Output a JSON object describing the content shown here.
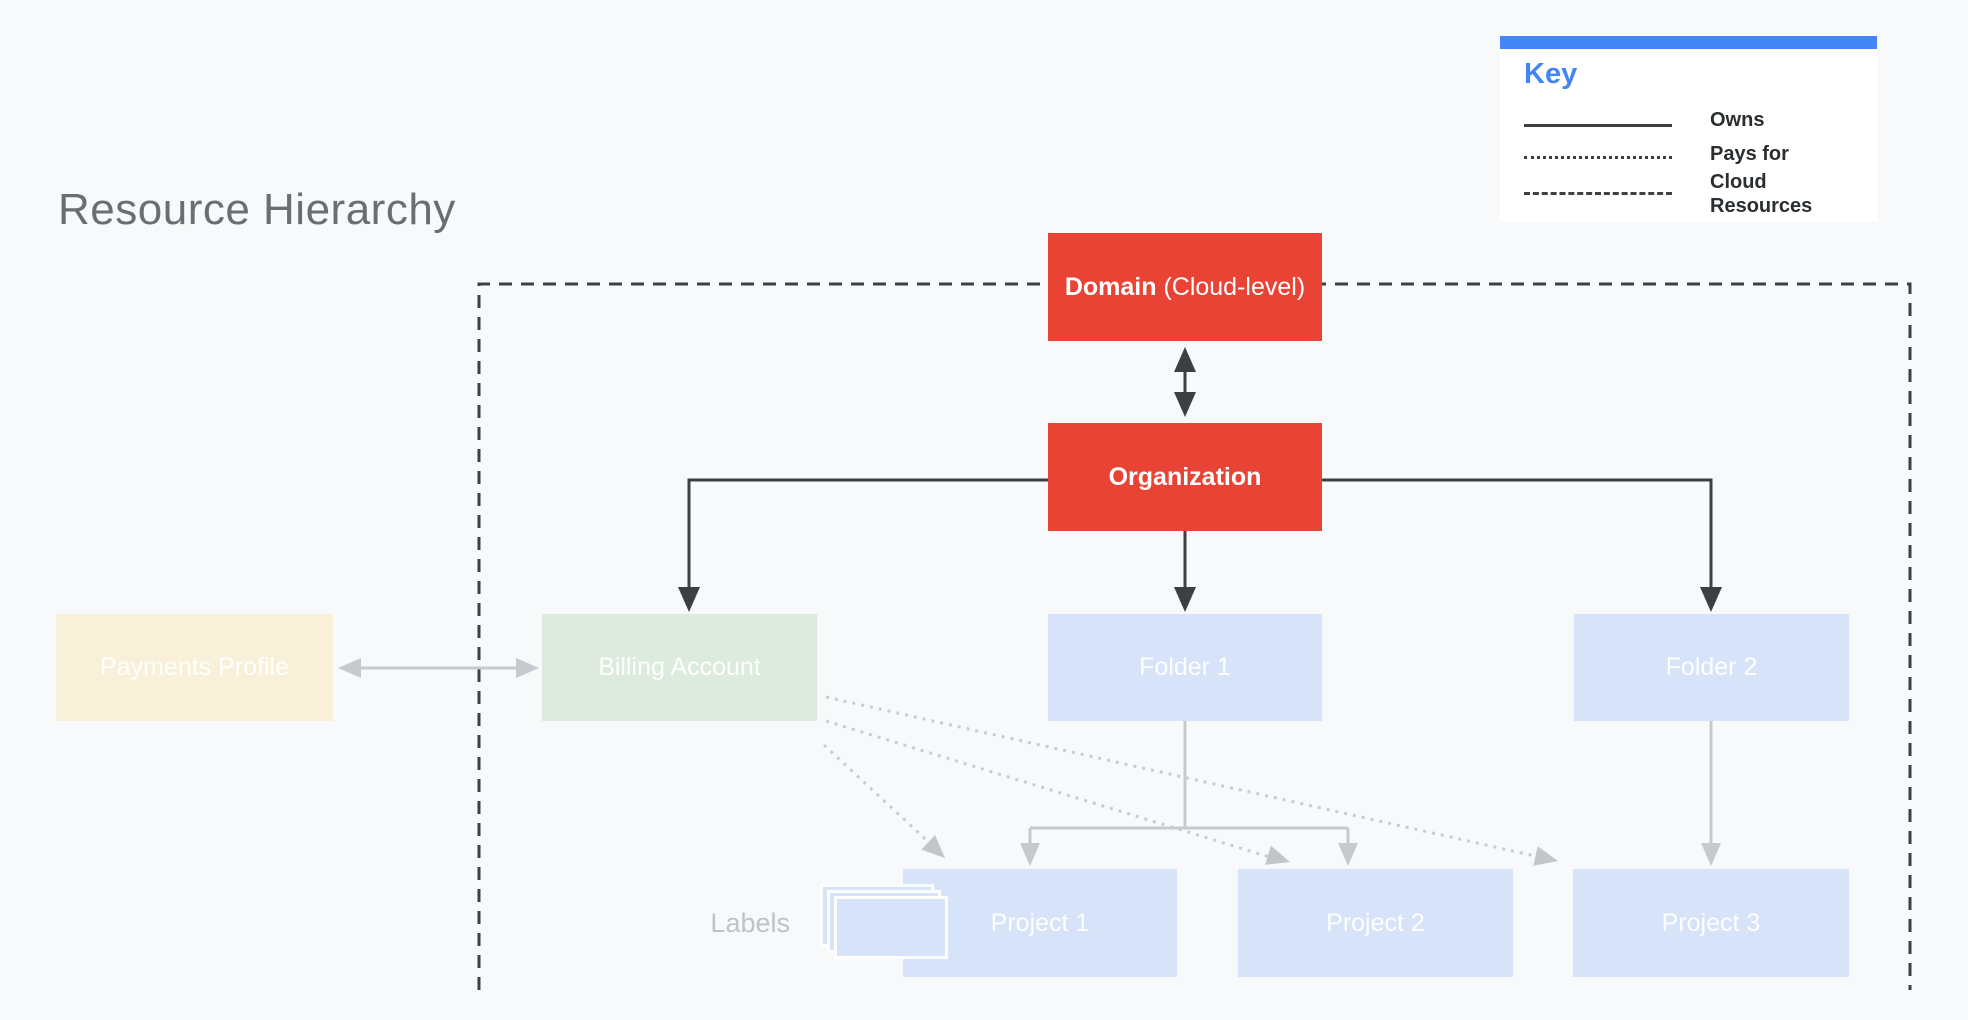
{
  "title": "Resource Hierarchy",
  "legend": {
    "title": "Key",
    "items": [
      {
        "style": "solid",
        "label": "Owns"
      },
      {
        "style": "dotted",
        "label": "Pays for"
      },
      {
        "style": "dashed",
        "label": "Cloud Resources"
      }
    ]
  },
  "nodes": {
    "domain_bold": "Domain",
    "domain_rest": " (Cloud-level)",
    "organization": "Organization",
    "payments_profile": "Payments Profile",
    "billing_account": "Billing Account",
    "folder1": "Folder 1",
    "folder2": "Folder 2",
    "project1": "Project 1",
    "project2": "Project 2",
    "project3": "Project 3",
    "labels_caption": "Labels"
  },
  "colors": {
    "red": "#E94335",
    "accent_blue": "#4285F4",
    "box_blue": "#D7E3F9",
    "box_green": "#DCEBDE",
    "box_yellow": "#F9F0DA",
    "line_dark": "#3C4043",
    "line_gray": "#C6CACE",
    "background": "#F7F9FA"
  }
}
